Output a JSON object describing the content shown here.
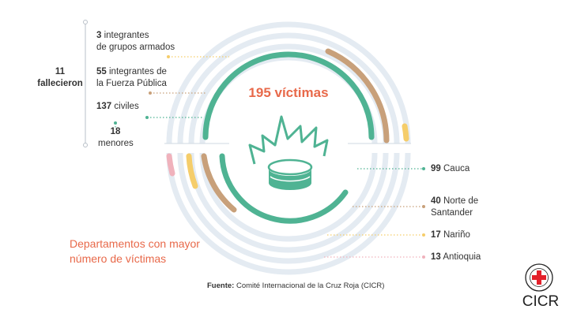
{
  "fallecieron": {
    "count": "11",
    "label": "fallecieron"
  },
  "victims": [
    {
      "num": "3",
      "label1": "integrantes",
      "label2": "de grupos armados"
    },
    {
      "num": "55",
      "label1": "integrantes de",
      "label2": "la Fuerza Pública"
    },
    {
      "num": "137",
      "label1": "civiles"
    },
    {
      "num": "18",
      "label1": "menores"
    }
  ],
  "total_title": "195 víctimas",
  "departments_title": [
    "Departamentos con mayor",
    "número de víctimas"
  ],
  "departments": [
    {
      "num": "99",
      "name": "Cauca"
    },
    {
      "num": "40",
      "name1": "Norte de",
      "name2": "Santander"
    },
    {
      "num": "17",
      "name": "Nariño"
    },
    {
      "num": "13",
      "name": "Antioquia"
    }
  ],
  "source": {
    "label": "Fuente:",
    "text": "Comité Internacional de la Cruz Roja (CICR)"
  },
  "logo": {
    "text": "CICR",
    "ring_text": "COMITÉ INTERNACIONAL GENÈVE"
  },
  "colors": {
    "accent": "#e8694a",
    "green": "#4fb393",
    "brown": "#c8a07a",
    "yellow": "#f5cd6a",
    "pink": "#f0b2bc",
    "ring_bg": "#e4ebf2",
    "red_cross": "#e3202a"
  },
  "icons": [
    "explosion-icon",
    "landmine-icon",
    "red-cross-icon"
  ]
}
